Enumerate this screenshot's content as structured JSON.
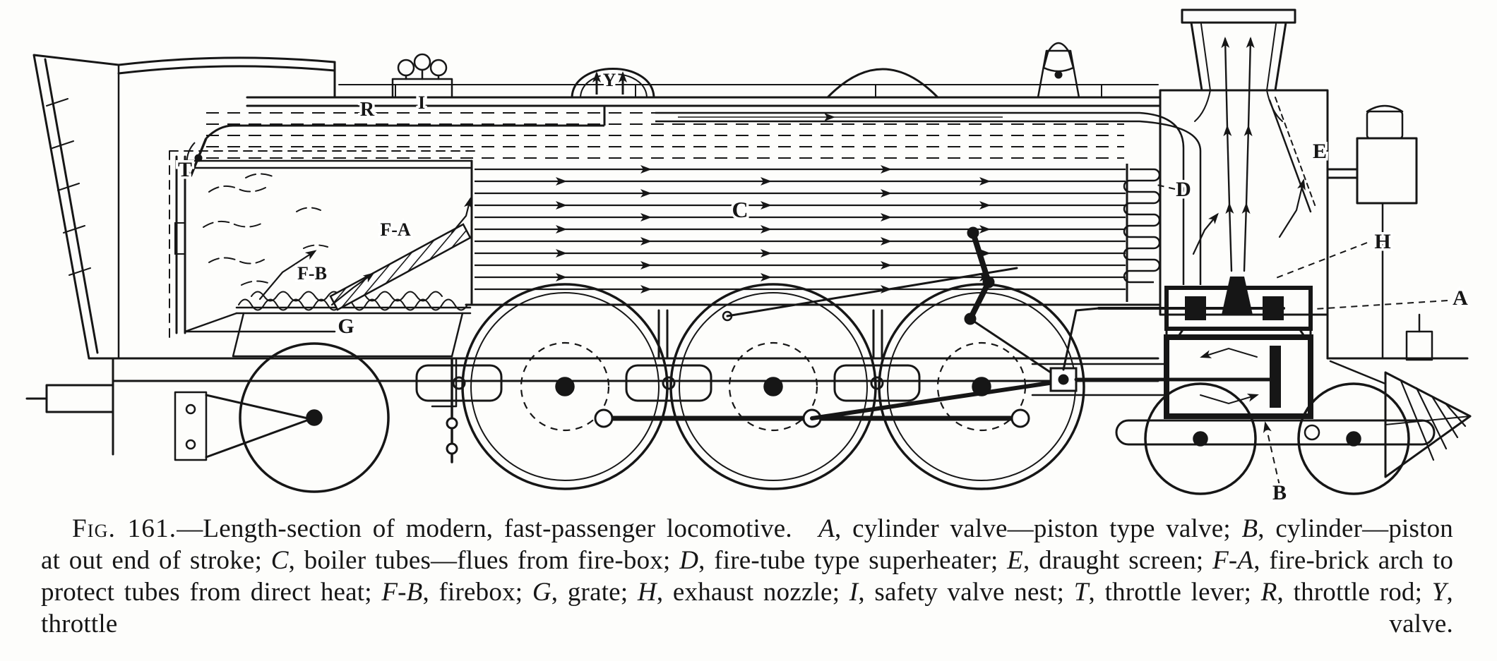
{
  "figure": {
    "type": "book-figure",
    "colors": {
      "ink": "#161616",
      "paper": "#fdfdfb"
    },
    "caption": {
      "fig_label": "Fig. 161.",
      "intro_rest": "—Length-section of modern, fast-passenger locomotive.",
      "gap": "  ",
      "separators": {
        "after_key": ", ",
        "between": "; ",
        "terminal": "."
      },
      "entries": [
        {
          "key": "A",
          "desc": "cylinder valve—piston type valve"
        },
        {
          "key": "B",
          "desc": "cylinder—piston at out end of stroke"
        },
        {
          "key": "C",
          "desc": "boiler tubes—flues from fire-box"
        },
        {
          "key": "D",
          "desc": "fire-tube type superheater"
        },
        {
          "key": "E",
          "desc": "draught screen"
        },
        {
          "key": "F-A",
          "desc": "fire-brick arch to protect tubes from direct heat"
        },
        {
          "key": "F-B",
          "desc": "firebox"
        },
        {
          "key": "G",
          "desc": "grate"
        },
        {
          "key": "H",
          "desc": "exhaust nozzle"
        },
        {
          "key": "I",
          "desc": "safety valve nest"
        },
        {
          "key": "T",
          "desc": "throttle lever"
        },
        {
          "key": "R",
          "desc": "throttle rod"
        },
        {
          "key": "Y",
          "desc": "throttle valve"
        }
      ]
    },
    "diagram_labels": {
      "A": "A",
      "B": "B",
      "C": "C",
      "D": "D",
      "E": "E",
      "FA": "F-A",
      "FB": "F-B",
      "G": "G",
      "H": "H",
      "I": "I",
      "T": "T",
      "R": "R",
      "Y": "Y"
    }
  }
}
